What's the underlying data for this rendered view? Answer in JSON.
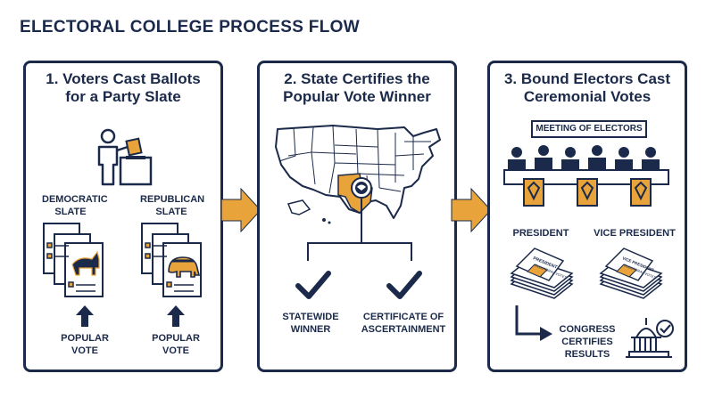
{
  "title": "ELECTORAL COLLEGE PROCESS FLOW",
  "panels": [
    {
      "title_line1": "1. Voters Cast Ballots",
      "title_line2": "for a Party Slate",
      "dem_slate_line1": "DEMOCRATIC",
      "dem_slate_line2": "SLATE",
      "rep_slate_line1": "REPUBLICAN",
      "rep_slate_line2": "SLATE",
      "dem_vote_line1": "POPULAR",
      "dem_vote_line2": "VOTE",
      "rep_vote_line1": "POPULAR",
      "rep_vote_line2": "VOTE"
    },
    {
      "title_line1": "2. State Certifies the",
      "title_line2": "Popular Vote Winner",
      "left_line1": "STATEWIDE",
      "left_line2": "WINNER",
      "right_line1": "CERTIFICATE OF",
      "right_line2": "ASCERTAINMENT"
    },
    {
      "title_line1": "3. Bound Electors Cast",
      "title_line2": "Ceremonial Votes",
      "banner": "MEETING OF ELECTORS",
      "president": "PRESIDENT",
      "vice_president": "VICE PRESIDENT",
      "ballot_text_pres": "PRESIDENT",
      "ballot_text_vp": "VICE PRESIDENT",
      "ballot_sub": "ELECTORAL VOTES",
      "congress_line1": "CONGRESS",
      "congress_line2": "CERTIFIES",
      "congress_line3": "RESULTS"
    }
  ],
  "colors": {
    "navy": "#1b2a4a",
    "gold": "#e8a33a",
    "map_highlight": "#e8a33a"
  },
  "icons": [
    "voter-icon",
    "ballot-box-icon",
    "donkey-icon",
    "elephant-icon",
    "up-arrow-icon",
    "us-map-icon",
    "state-seal-icon",
    "checkmark-icon",
    "electors-icon",
    "ballot-stack-icon",
    "capitol-icon",
    "flow-arrow-icon"
  ]
}
